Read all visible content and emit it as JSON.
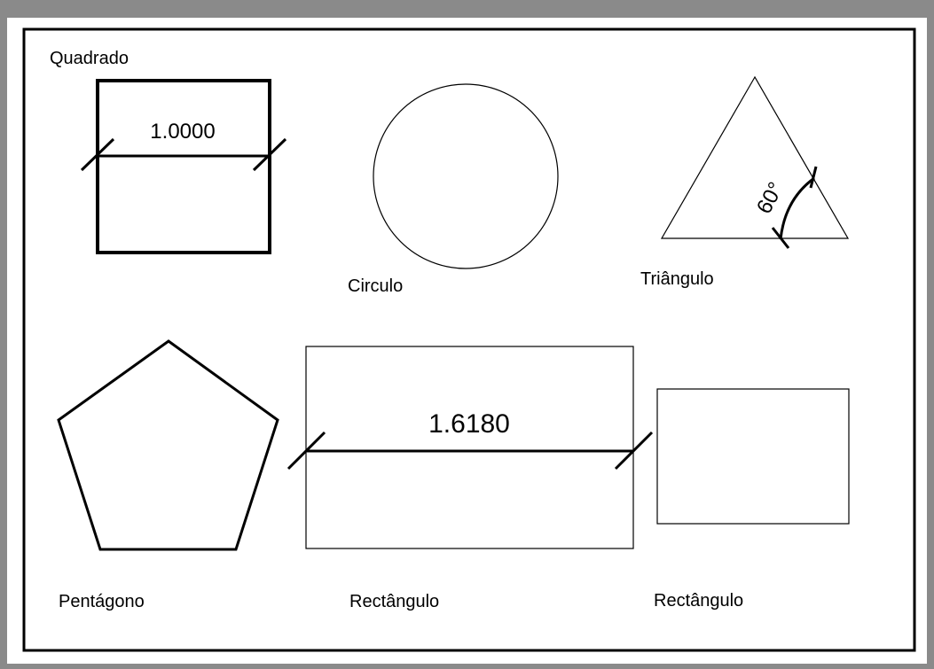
{
  "colors": {
    "background": "#8a8a8a",
    "sheet": "#ffffff",
    "stroke": "#000000"
  },
  "labels": {
    "square": "Quadrado",
    "circle": "Circulo",
    "triangle": "Triângulo",
    "pentagon": "Pentágono",
    "rectangle_large": "Rectângulo",
    "rectangle_small": "Rectângulo"
  },
  "dimensions": {
    "square_width": "1.0000",
    "rectangle_width": "1.6180",
    "triangle_angle": "60°"
  }
}
